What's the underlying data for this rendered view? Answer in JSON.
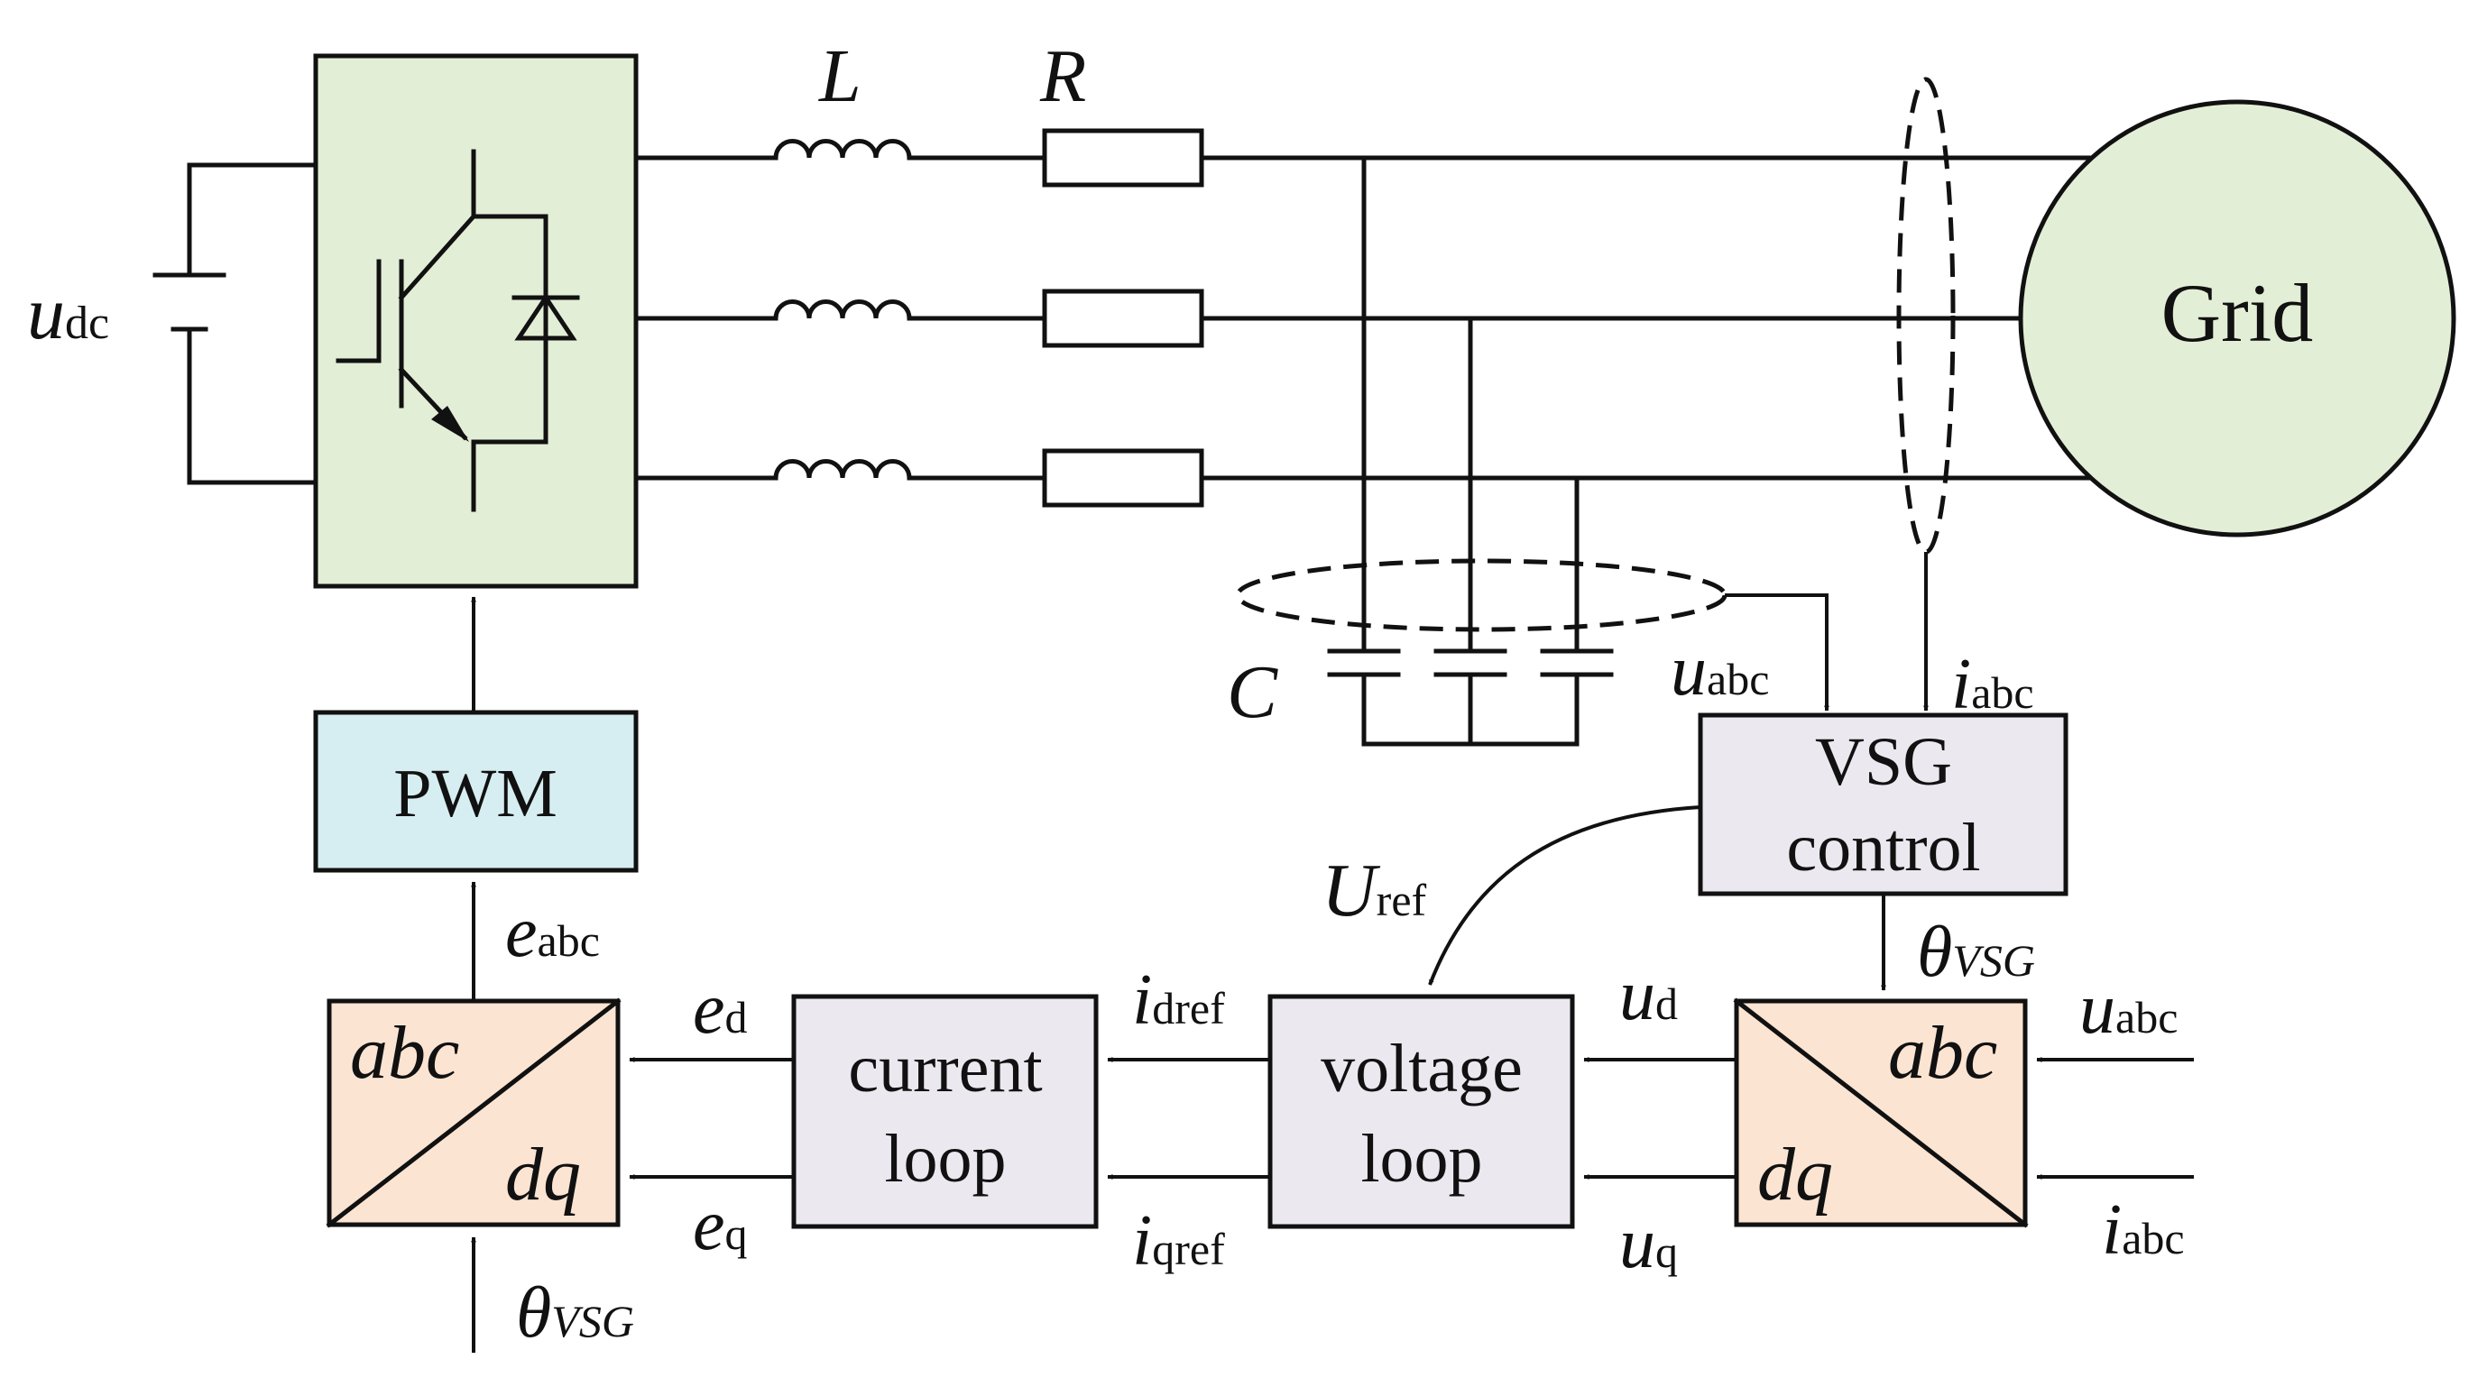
{
  "colors": {
    "inverter_fill": "#e3eed6",
    "grid_fill": "#e3eed6",
    "pwm_fill": "#d6eef2",
    "control_fill": "#ebe8f0",
    "transform_fill": "#fbe4d2",
    "line": "#111111"
  },
  "labels": {
    "L": "L",
    "R": "R",
    "C": "C",
    "udc_main": "u",
    "udc_sub": "dc",
    "grid": "Grid",
    "pwm": "PWM",
    "vsg_line1": "VSG",
    "vsg_line2": "control",
    "voltage_line1": "voltage",
    "voltage_line2": "loop",
    "current_line1": "current",
    "current_line2": "loop",
    "abc": "abc",
    "dq": "dq",
    "uabc_main": "u",
    "uabc_sub": "abc",
    "iabc_main": "i",
    "iabc_sub": "abc",
    "Uref_main": "U",
    "Uref_sub": "ref",
    "theta": "θ",
    "theta_sub": "VSG",
    "eabc_main": "e",
    "eabc_sub": "abc",
    "ed_main": "e",
    "ed_sub": "d",
    "eq_main": "e",
    "eq_sub": "q",
    "idref_main": "i",
    "idref_sub": "dref",
    "iqref_main": "i",
    "iqref_sub": "qref",
    "ud_main": "u",
    "ud_sub": "d",
    "uq_main": "u",
    "uq_sub": "q"
  }
}
